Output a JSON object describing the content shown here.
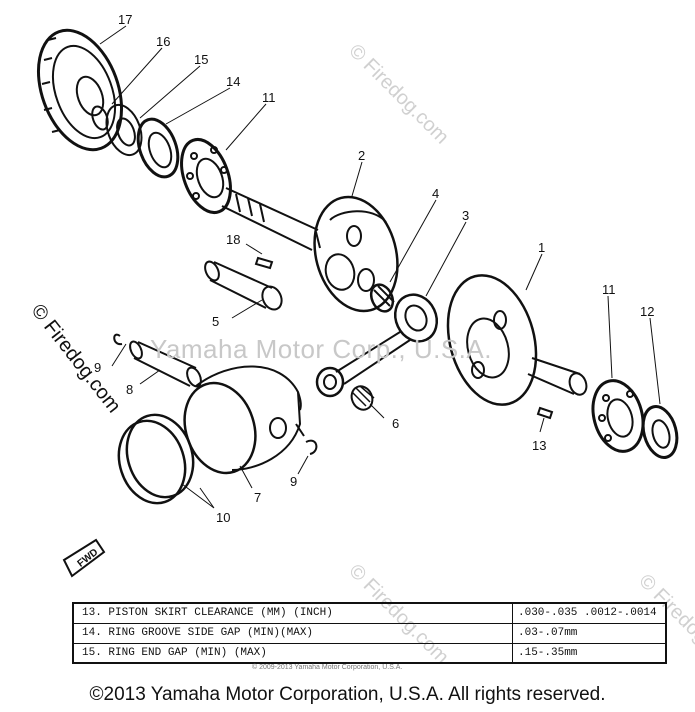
{
  "callouts": {
    "c1": "1",
    "c2": "2",
    "c3": "3",
    "c4": "4",
    "c5": "5",
    "c6": "6",
    "c7": "7",
    "c8": "8",
    "c9a": "9",
    "c9b": "9",
    "c10": "10",
    "c11a": "11",
    "c11b": "11",
    "c12": "12",
    "c13": "13",
    "c14": "14",
    "c15": "15",
    "c16": "16",
    "c17": "17",
    "c18": "18"
  },
  "direction_badge": "FWD",
  "watermarks": {
    "main": "Yamaha Motor Corp., U.S.A.",
    "site": "© Firedog.com",
    "tile": "© Firedog.com"
  },
  "spec_table": [
    {
      "label": "13.  PISTON SKIRT CLEARANCE (MM) (INCH)",
      "value": ".030-.035  .0012-.0014"
    },
    {
      "label": "14.  RING GROOVE SIDE GAP (MIN)(MAX)",
      "value": ".03-.07mm"
    },
    {
      "label": "15.  RING END GAP (MIN) (MAX)",
      "value": ".15-.35mm"
    }
  ],
  "small_copyright": "© 2009-2013 Yamaha Motor Corporation, U.S.A.",
  "copyright": "©2013 Yamaha Motor Corporation, U.S.A. All rights reserved."
}
